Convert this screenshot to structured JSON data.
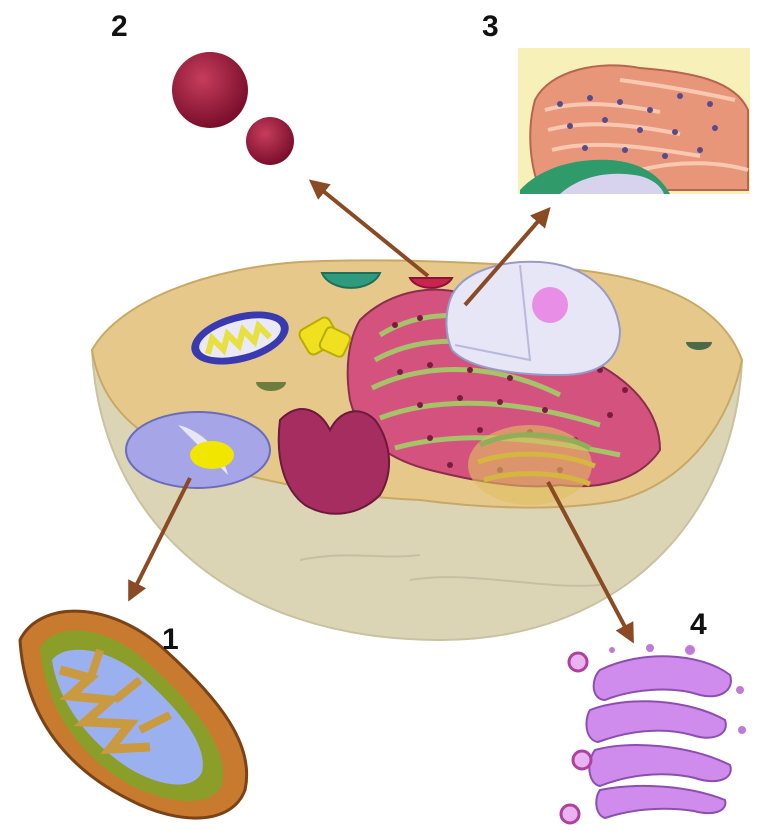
{
  "labels": {
    "one": "1",
    "two": "2",
    "three": "3",
    "four": "4"
  },
  "colors": {
    "cytoplasm": "#e6c98a",
    "cell_lower": "#dcd5b5",
    "rough_er": "#d4537e",
    "ribosome_dot": "#7a1d3d",
    "nucleus": "#e6e6f6",
    "nucleolus": "#e88ee6",
    "lysosome": "#9c1538",
    "mitochondrion": "#c87a2f",
    "golgi": "#d08cec",
    "arrow": "#8a4a23"
  },
  "icons": [
    "cell-diagram",
    "arrow",
    "mitochondrion",
    "lysosome",
    "rough-er",
    "golgi-apparatus"
  ]
}
